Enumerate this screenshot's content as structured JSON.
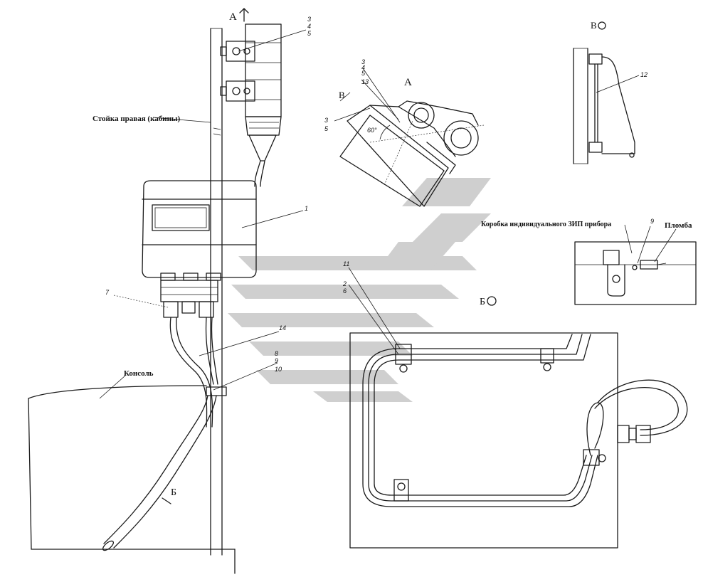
{
  "labels": {
    "stoyka": "Стойка правая (кабины)",
    "konsol": "Консоль",
    "korobka": "Коробка индивидуального ЗИП прибора",
    "plomba": "Пломба",
    "view_a_main": "A",
    "view_a_detail": "A",
    "view_b_mark": "Б",
    "view_b_detail": "Б",
    "view_v_detail": "В",
    "view_v_arrow": "В",
    "angle": "60°"
  },
  "callouts": {
    "n1": "1",
    "n2_6": [
      "2",
      "6"
    ],
    "n3_4_5_main": [
      "3",
      "4",
      "5"
    ],
    "n3_4_5_detail": [
      "3",
      "4",
      "5"
    ],
    "n3_5_detail": [
      "3",
      "5"
    ],
    "n7": "7",
    "n8_9_10": [
      "8",
      "9",
      "10"
    ],
    "n9": "9",
    "n11": "11",
    "n12": "12",
    "n13": "13",
    "n14": "14"
  }
}
